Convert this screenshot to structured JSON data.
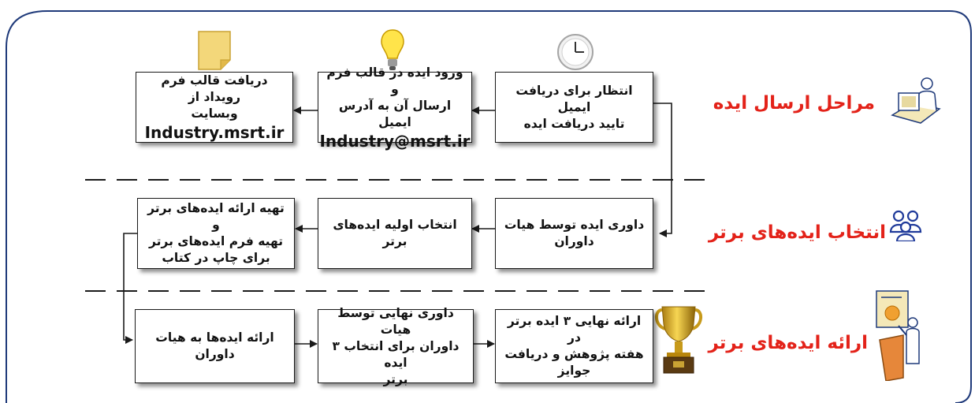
{
  "stages": [
    {
      "label": "مراحل ارسال ایده"
    },
    {
      "label": "انتخاب ایده‌های برتر"
    },
    {
      "label": "ارائه ایده‌های برتر"
    }
  ],
  "boxes": [
    {
      "lines": [
        "دریافت قالب فرم رویداد از",
        "وبسایت"
      ],
      "url": "Industry.msrt.ir"
    },
    {
      "lines": [
        "ورود ایده در قالب فرم و",
        "ارسال آن به آدرس ایمیل"
      ],
      "url": "Industry@msrt.ir"
    },
    {
      "lines": [
        "انتظار برای دریافت ایمیل",
        "تایید دریافت ایده"
      ]
    },
    {
      "lines": [
        "داوری ایده توسط هیات",
        "داوران"
      ]
    },
    {
      "lines": [
        "انتخاب اولیه ایده‌های برتر"
      ]
    },
    {
      "lines": [
        "تهیه ارائه ایده‌های برتر و",
        "تهیه فرم ایده‌های برتر",
        "برای چاپ در کتاب"
      ]
    },
    {
      "lines": [
        "ارائه نهایی ۳ ایده برتر در",
        "هفته پژوهش و دریافت",
        "جوایز"
      ]
    },
    {
      "lines": [
        "داوری نهایی توسط هیات",
        "داوران برای انتخاب ۳ ایده",
        "برتر"
      ]
    },
    {
      "lines": [
        "ارائه ایده‌ها به هیات",
        "داوران"
      ]
    }
  ],
  "colors": {
    "stage_text": "#e32219",
    "frame": "#1f3a7a",
    "line": "#1a1a1a"
  },
  "icons": [
    "document-icon",
    "lightbulb-icon",
    "clock-icon",
    "trophy-icon",
    "person-at-computer-icon",
    "group-icon",
    "presenter-icon"
  ]
}
